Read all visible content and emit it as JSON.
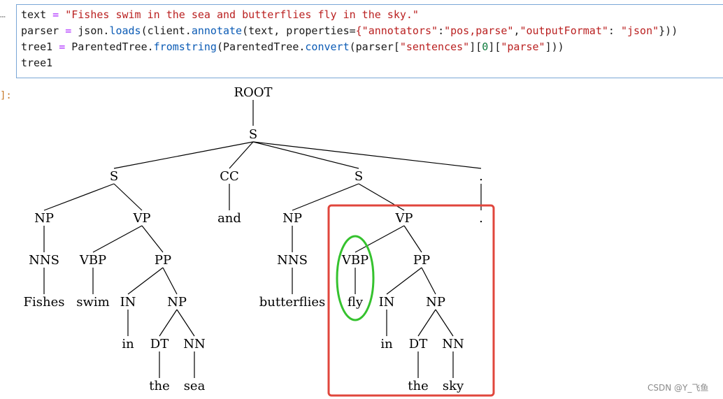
{
  "cell": {
    "input_prompt": "…",
    "output_prompt": "]:",
    "code": {
      "line1": {
        "var": "text",
        "eq": " = ",
        "str": "\"Fishes swim in the sea and butterflies fly in the sky.\""
      },
      "line2": {
        "a": "parser ",
        "eq": "=",
        "b": " json.",
        "fn1": "loads",
        "c": "(client.",
        "fn2": "annotate",
        "d": "(text, properties=",
        "s1": "{\"annotators\"",
        "e": ":",
        "s2": "\"pos,parse\"",
        "f": ",",
        "s3": "\"outputFormat\"",
        "g": ": ",
        "s4": "\"json\"",
        "h": "}))"
      },
      "line3": {
        "a": "tree1 ",
        "eq": "=",
        "b": " ParentedTree.",
        "fn1": "fromstring",
        "c": "(ParentedTree.",
        "fn2": "convert",
        "d": "(parser[",
        "s1": "\"sentences\"",
        "e": "][",
        "n": "0",
        "f": "][",
        "s2": "\"parse\"",
        "g": "]))"
      },
      "line4": {
        "a": "tree1"
      }
    }
  },
  "tree": {
    "nodes": [
      "ROOT",
      "S",
      "S",
      "CC",
      "S",
      ".",
      "NP",
      "VP",
      "and",
      "NP",
      "VP",
      ".",
      "NNS",
      "VBP",
      "PP",
      "NNS",
      "VBP",
      "PP",
      "Fishes",
      "swim",
      "IN",
      "NP",
      "butterflies",
      "fly",
      "IN",
      "NP",
      "in",
      "DT",
      "NN",
      "in",
      "DT",
      "NN",
      "the",
      "sea",
      "the",
      "sky"
    ]
  },
  "annotations": {
    "box_color": "#e0463c",
    "ellipse_color": "#35c22e"
  },
  "watermark": "CSDN @Y_飞鱼"
}
